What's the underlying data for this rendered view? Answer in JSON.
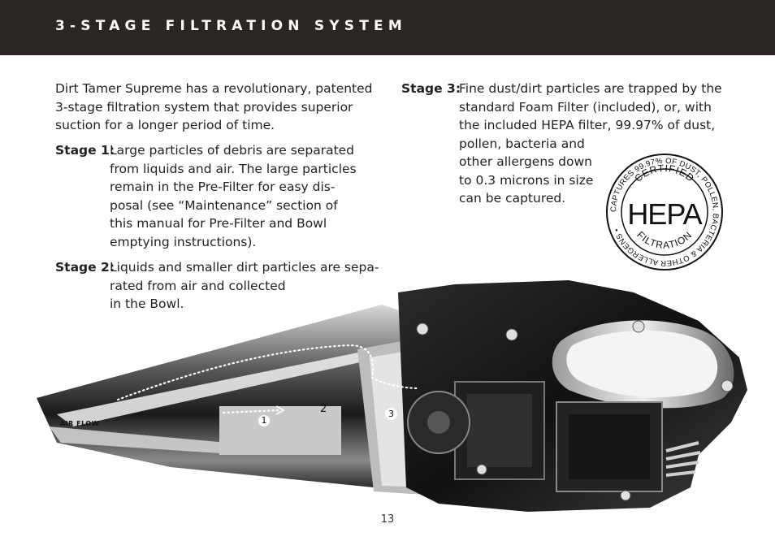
{
  "header": {
    "title": "3-STAGE FILTRATION SYSTEM"
  },
  "intro": [
    "Dirt Tamer Supreme has a revolutionary, patented",
    "3-stage filtration system that provides superior",
    "suction for a longer period of time."
  ],
  "stage1": {
    "label": "Stage 1:",
    "lines": [
      "Large particles of debris are separated",
      "from liquids and air. The large particles",
      "remain in the Pre-Filter for easy dis-",
      "posal (see “Maintenance” section of",
      "this manual for Pre-Filter and Bowl",
      "emptying instructions)."
    ]
  },
  "stage2": {
    "label": "Stage 2:",
    "lines": [
      "Liquids and smaller dirt particles are sepa-",
      "rated from air and collected",
      "in the Bowl."
    ]
  },
  "stage3": {
    "label": "Stage 3:",
    "lines": [
      "Fine dust/dirt particles are trapped by the",
      "standard Foam Filter (included), or, with",
      "the included HEPA filter, 99.97% of dust,",
      "pollen, bacteria and",
      "other allergens down",
      "to 0.3 microns in size",
      "can be captured."
    ]
  },
  "seal": {
    "center": "HEPA",
    "top_arc": "CERTIFIED",
    "bottom_arc": "FILTRATION",
    "ring_text": "CAPTURES 99.97% OF DUST, POLLEN, BACTERIA & OTHER ALLERGENS •"
  },
  "illustration": {
    "airflow_label": "AIR FLOW",
    "markers": [
      "1",
      "2",
      "3"
    ]
  },
  "page_number": "13"
}
